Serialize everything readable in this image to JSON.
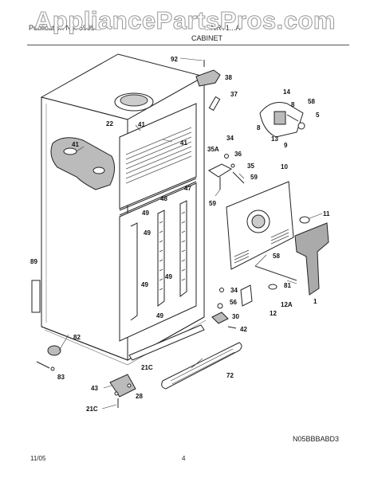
{
  "watermark": "AppliancePartsPros.com",
  "header": {
    "left_text": "Publication No. 5995...",
    "model": "...NRT1...A",
    "section": "CABINET"
  },
  "diagram_code": "N05BBBABD3",
  "footer": {
    "date": "11/05",
    "page": "4"
  },
  "callouts": [
    "92",
    "38",
    "37",
    "14",
    "58",
    "8",
    "5",
    "8",
    "9",
    "13",
    "22",
    "41",
    "41",
    "41",
    "34",
    "36",
    "35A",
    "35",
    "59",
    "59",
    "10",
    "11",
    "48",
    "47",
    "49",
    "49",
    "49",
    "49",
    "49",
    "58",
    "81",
    "1",
    "89",
    "34",
    "56",
    "30",
    "42",
    "12",
    "12A",
    "82",
    "83",
    "43",
    "28",
    "21C",
    "21C",
    "72"
  ]
}
